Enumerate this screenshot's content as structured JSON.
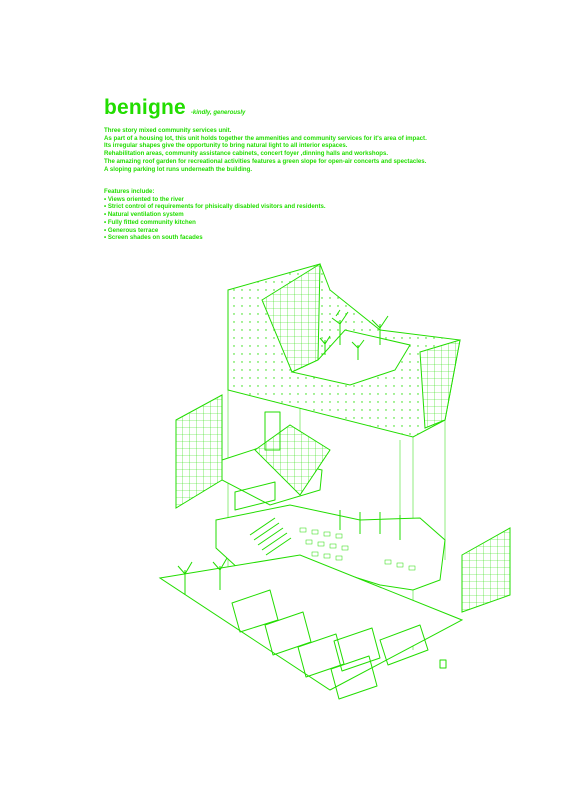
{
  "header": {
    "title": "benigne",
    "subtitle": "-kindly, generously"
  },
  "description": {
    "lines": [
      "Three story mixed community services unit.",
      "As part of a housing lot, this unit holds together the ammenities and community services for it's area of impact.",
      "Its irregular shapes give the opportunity to bring natural light to all interior espaces.",
      "Rehabilitation areas, community assistance cabinets, concert foyer ,dinning halls and  workshops.",
      "The amazing roof garden for recreational activities features a green slope for  open-air concerts and spectacles.",
      "A sloping parking lot runs underneath the building."
    ]
  },
  "features": {
    "heading": "Features include:",
    "items": [
      "• Views oriented to the river",
      "• Strict control of requirements for phisically disabled visitors and residents.",
      "• Natural ventilation system",
      "• Fully fitted  community kitchen",
      "• Generous terrace",
      "• Screen shades on south facades"
    ]
  },
  "colors": {
    "accent": "#22dd00",
    "background": "#ffffff"
  }
}
